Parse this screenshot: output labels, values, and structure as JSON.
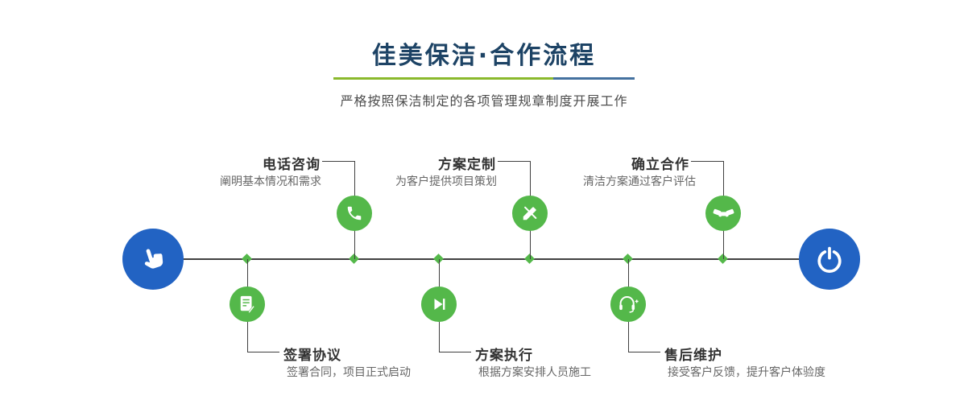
{
  "header": {
    "title": "佳美保洁·合作流程",
    "subtitle": "严格按照保洁制定的各项管理规章制度开展工作"
  },
  "colors": {
    "title_navy": "#1d4365",
    "accent_green": "#54b84a",
    "accent_blue": "#2263c3",
    "divider_green": "#8ab92c",
    "divider_blue": "#44719f",
    "line_dark": "#404040",
    "label_text": "#333333",
    "desc_text": "#666666"
  },
  "timeline": {
    "start_icon": "pointer-hand-icon",
    "end_icon": "power-icon"
  },
  "steps": [
    {
      "label": "电话咨询",
      "desc": "阐明基本情况和需求",
      "icon": "phone-icon",
      "position": "top"
    },
    {
      "label": "方案定制",
      "desc": "为客户提供项目策划",
      "icon": "design-tools-icon",
      "position": "top"
    },
    {
      "label": "确立合作",
      "desc": "清洁方案通过客户评估",
      "icon": "handshake-icon",
      "position": "top"
    },
    {
      "label": "签署协议",
      "desc": "签署合同，项目正式启动",
      "icon": "contract-icon",
      "position": "bottom"
    },
    {
      "label": "方案执行",
      "desc": "根据方案安排人员施工",
      "icon": "play-next-icon",
      "position": "bottom"
    },
    {
      "label": "售后维护",
      "desc": "接受客户反馈，提升客户体验度",
      "icon": "headset-icon",
      "position": "bottom"
    }
  ]
}
